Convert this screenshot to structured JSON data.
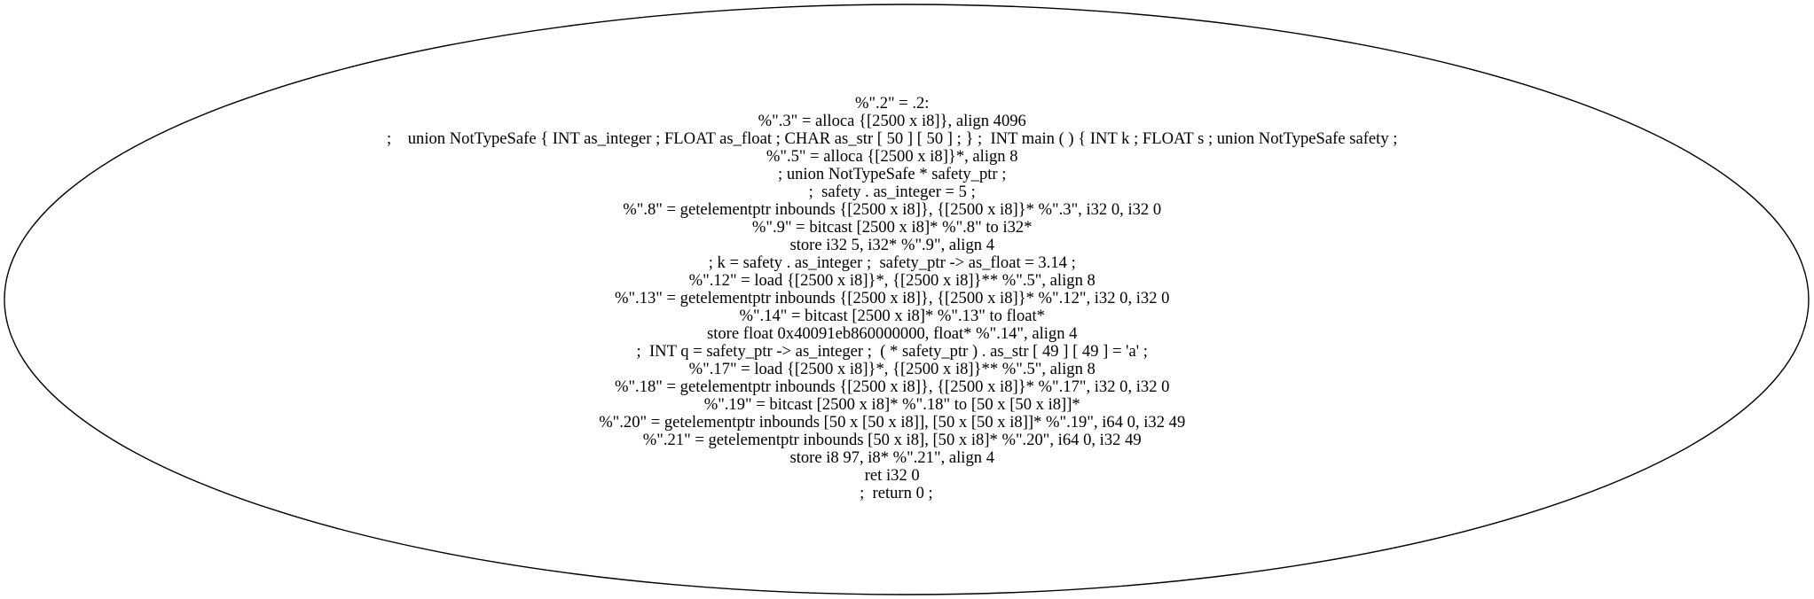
{
  "node": {
    "lines": [
      "%\".2\" = .2:",
      "%\".3\" = alloca {[2500 x i8]}, align 4096",
      ";    union NotTypeSafe { INT as_integer ; FLOAT as_float ; CHAR as_str [ 50 ] [ 50 ] ; } ;  INT main ( ) { INT k ; FLOAT s ; union NotTypeSafe safety ;",
      "%\".5\" = alloca {[2500 x i8]}*, align 8",
      "; union NotTypeSafe * safety_ptr ;",
      ";  safety . as_integer = 5 ;",
      "%\".8\" = getelementptr inbounds {[2500 x i8]}, {[2500 x i8]}* %\".3\", i32 0, i32 0",
      "%\".9\" = bitcast [2500 x i8]* %\".8\" to i32*",
      "store i32 5, i32* %\".9\", align 4",
      "; k = safety . as_integer ;  safety_ptr -> as_float = 3.14 ;",
      "%\".12\" = load {[2500 x i8]}*, {[2500 x i8]}** %\".5\", align 8",
      "%\".13\" = getelementptr inbounds {[2500 x i8]}, {[2500 x i8]}* %\".12\", i32 0, i32 0",
      "%\".14\" = bitcast [2500 x i8]* %\".13\" to float*",
      "store float 0x40091eb860000000, float* %\".14\", align 4",
      ";  INT q = safety_ptr -> as_integer ;  ( * safety_ptr ) . as_str [ 49 ] [ 49 ] = 'a' ;",
      "%\".17\" = load {[2500 x i8]}*, {[2500 x i8]}** %\".5\", align 8",
      "%\".18\" = getelementptr inbounds {[2500 x i8]}, {[2500 x i8]}* %\".17\", i32 0, i32 0",
      "%\".19\" = bitcast [2500 x i8]* %\".18\" to [50 x [50 x i8]]*",
      "%\".20\" = getelementptr inbounds [50 x [50 x i8]], [50 x [50 x i8]]* %\".19\", i64 0, i32 49",
      "%\".21\" = getelementptr inbounds [50 x i8], [50 x i8]* %\".20\", i64 0, i32 49",
      "store i8 97, i8* %\".21\", align 4",
      "ret i32 0",
      ";  return 0 ;"
    ]
  }
}
